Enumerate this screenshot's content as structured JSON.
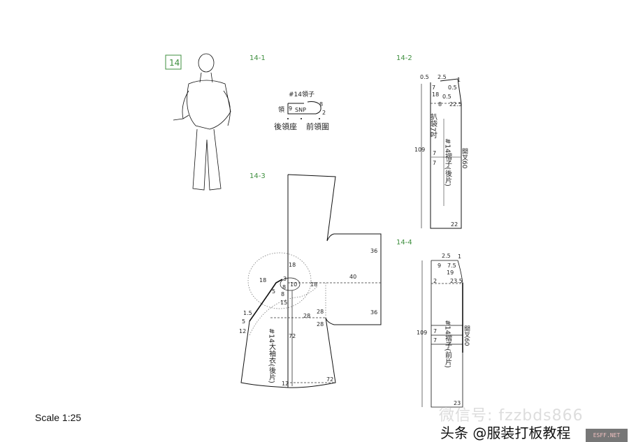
{
  "figure_number": "14",
  "scale": "Scale 1:25",
  "panels": {
    "p1": {
      "title": "14-1",
      "name": "#14領子",
      "labels": [
        "領",
        "9",
        "SNP",
        "8",
        "2",
        "後領座",
        "前領圍"
      ]
    },
    "p2": {
      "title": "14-2",
      "labels": [
        "0.5",
        "2.5",
        "1",
        "7",
        "0.5",
        "18",
        "0.5",
        "8",
        "22.5",
        "109",
        "7",
        "7",
        "22"
      ],
      "side_text": "扒袋7吋",
      "name": "#14褶子(後片)",
      "slit": "開叉60"
    },
    "p3": {
      "title": "14-3",
      "labels": [
        "36",
        "18",
        "18",
        "3",
        "10",
        "40",
        "18",
        "8",
        "8",
        "15",
        "5",
        "1.5",
        "5",
        "12",
        "28",
        "28",
        "28",
        "36",
        "72",
        "72",
        "12"
      ],
      "name": "#14大袖衣(後片)"
    },
    "p4": {
      "title": "14-4",
      "labels": [
        "2.5",
        "1",
        "9",
        "7.5",
        "19",
        "2",
        "23.5",
        "109",
        "7",
        "7",
        "23"
      ],
      "name": "#14褶子(前片)",
      "slit": "開叉60"
    }
  },
  "watermarks": {
    "wechat": "微信号: fzzbds866",
    "toutiao": "头条 @服装打板教程",
    "site": "ESFF.NET"
  }
}
